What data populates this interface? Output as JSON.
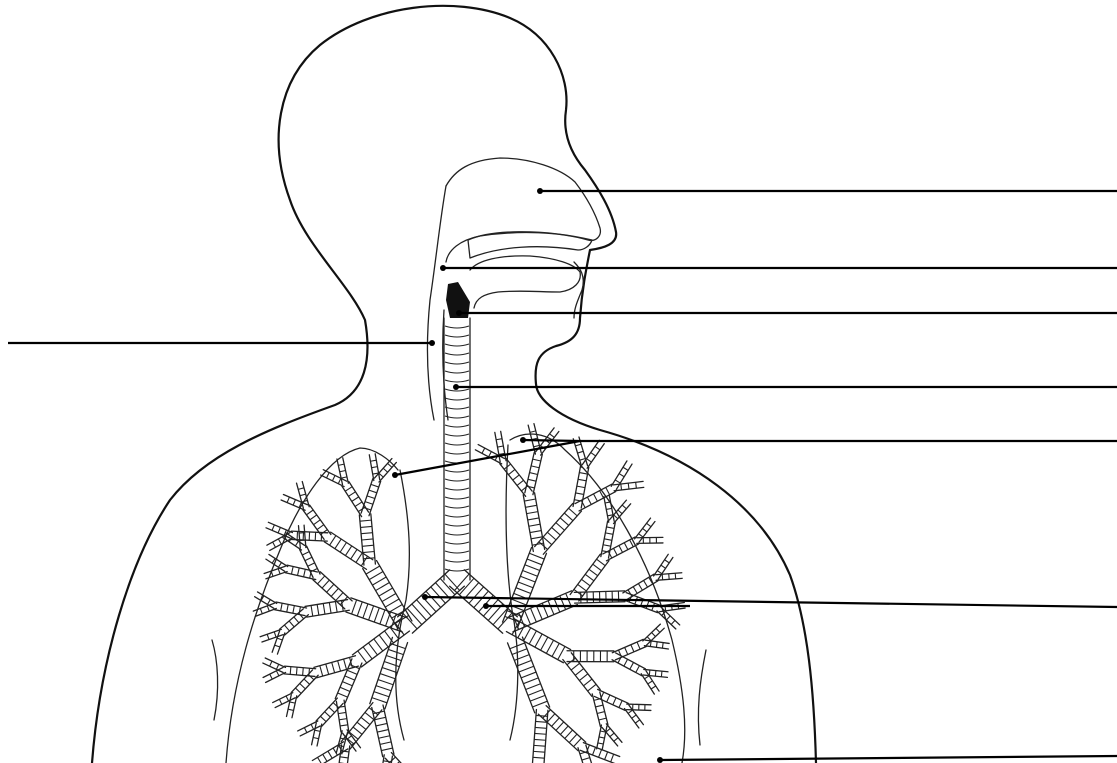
{
  "diagram": {
    "kind": "unlabeled respiratory system worksheet",
    "labels": [
      {
        "id": "nasal-cavity",
        "text": ""
      },
      {
        "id": "pharynx",
        "text": ""
      },
      {
        "id": "larynx",
        "text": ""
      },
      {
        "id": "trachea",
        "text": ""
      },
      {
        "id": "lungs",
        "text": ""
      },
      {
        "id": "bronchi",
        "text": ""
      },
      {
        "id": "bronchioles",
        "text": ""
      },
      {
        "id": "esophagus",
        "text": ""
      }
    ]
  }
}
